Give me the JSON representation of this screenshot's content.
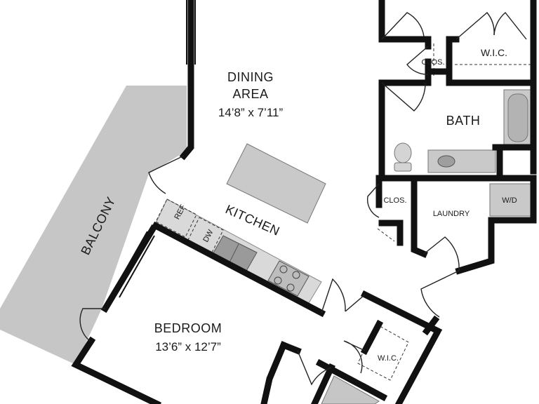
{
  "rooms": {
    "dining_name_line1": "DINING",
    "dining_name_line2": "AREA",
    "dining_dim": "14’8” x 7’11”",
    "kitchen": "KITCHEN",
    "balcony": "BALCONY",
    "bedroom_name": "BEDROOM",
    "bedroom_dim": "13’6” x 12’7”",
    "bath": "BATH",
    "wic_top": "W.I.C.",
    "wic_bottom": "W.I.C.",
    "clos_upper": "CLOS.",
    "clos_lower": "CLOS.",
    "laundry": "LAUNDRY",
    "washer_dryer": "W/D",
    "ref": "REF",
    "dishwasher": "DW"
  },
  "colors": {
    "wall": "#111111",
    "balcony": "#c6c6c6",
    "fixture": "#c9c9c9",
    "floor": "#ffffff"
  }
}
